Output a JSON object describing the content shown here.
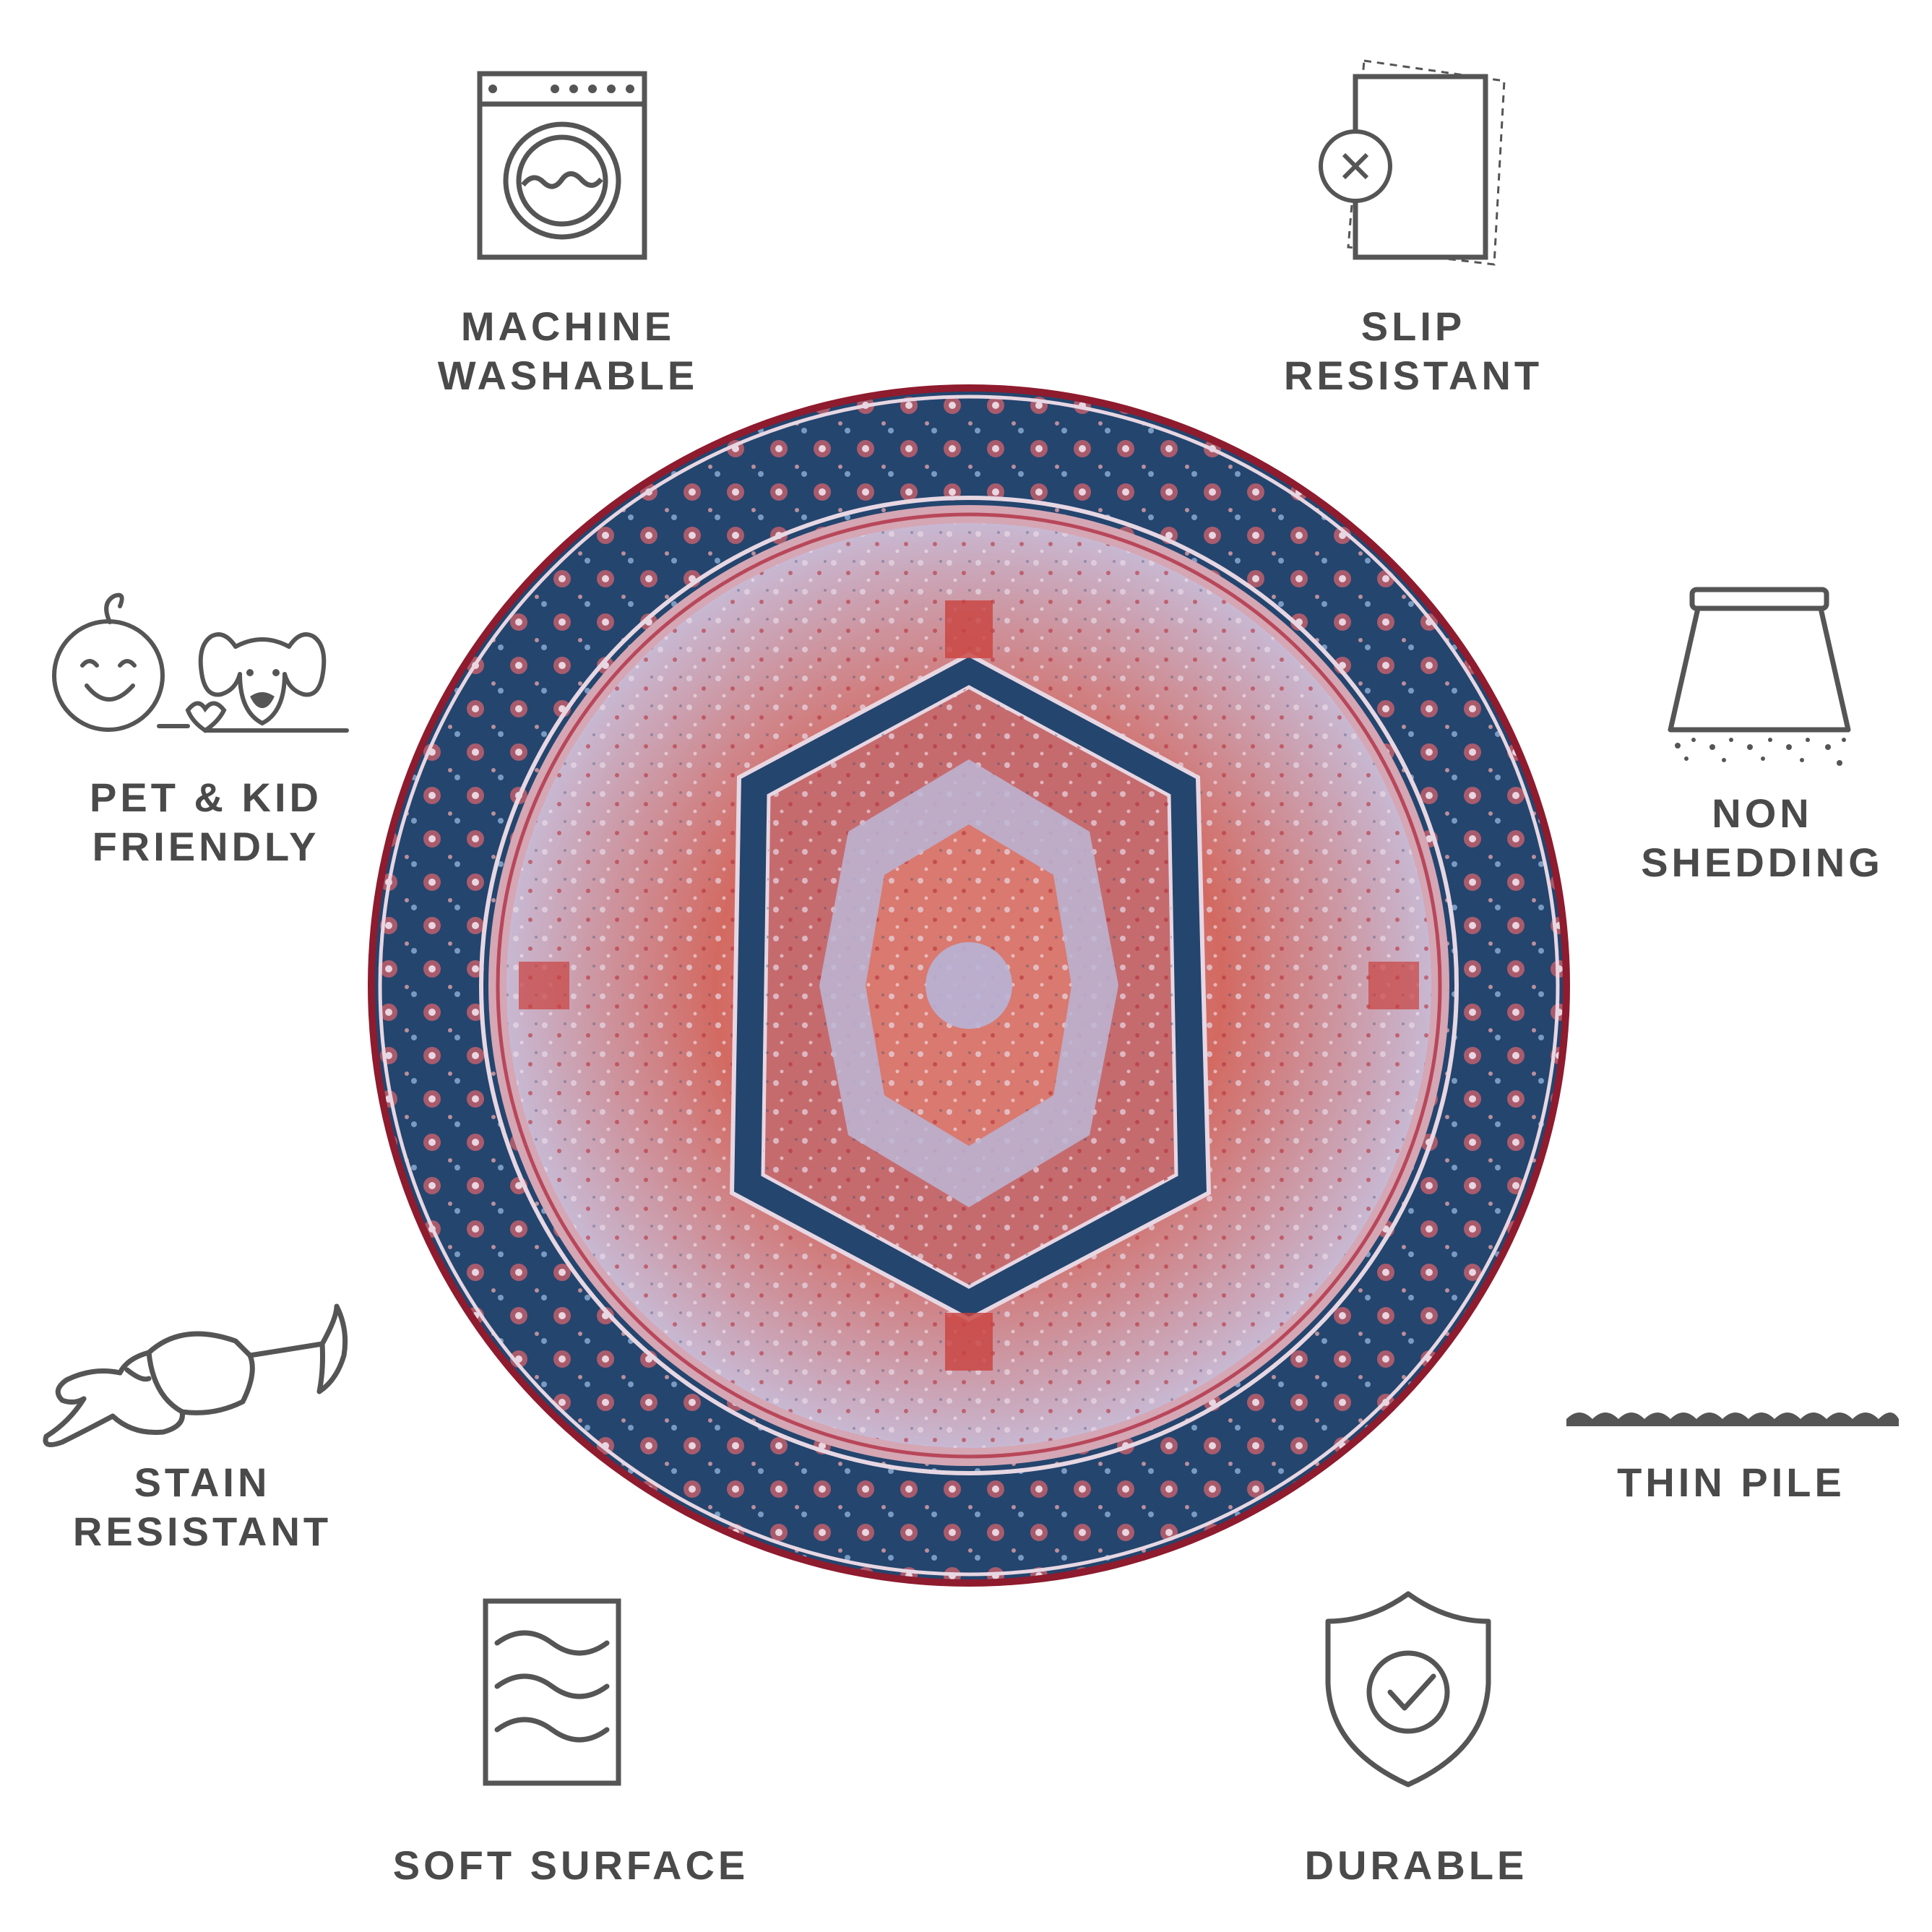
{
  "colors": {
    "icon_stroke": "#555555",
    "label_text": "#4a4a4a",
    "rug_edge": "#8e1b2e",
    "rug_border_navy": "#1f3f66",
    "rug_field_red": "#c9423f",
    "rug_field_lilac": "#c7c2dc"
  },
  "features": {
    "machine_washable": {
      "icon": "washing-machine-icon",
      "line1": "MACHINE",
      "line2": "WASHABLE"
    },
    "slip_resistant": {
      "icon": "slip-mat-icon",
      "line1": "SLIP",
      "line2": "RESISTANT"
    },
    "pet_kid": {
      "icon": "baby-and-dog-icon",
      "line1": "PET & KID",
      "line2": "FRIENDLY"
    },
    "non_shedding": {
      "icon": "shade-no-shed-icon",
      "line1": "NON",
      "line2": "SHEDDING"
    },
    "stain_resistant": {
      "icon": "spilled-glass-icon",
      "line1": "STAIN",
      "line2": "RESISTANT"
    },
    "thin_pile": {
      "icon": "thin-pile-icon",
      "line1": "THIN PILE"
    },
    "soft_surface": {
      "icon": "wavy-surface-icon",
      "line1": "SOFT SURFACE"
    },
    "durable": {
      "icon": "shield-check-icon",
      "line1": "DURABLE"
    }
  },
  "rug": {
    "icon": "round-medallion-rug-image"
  }
}
